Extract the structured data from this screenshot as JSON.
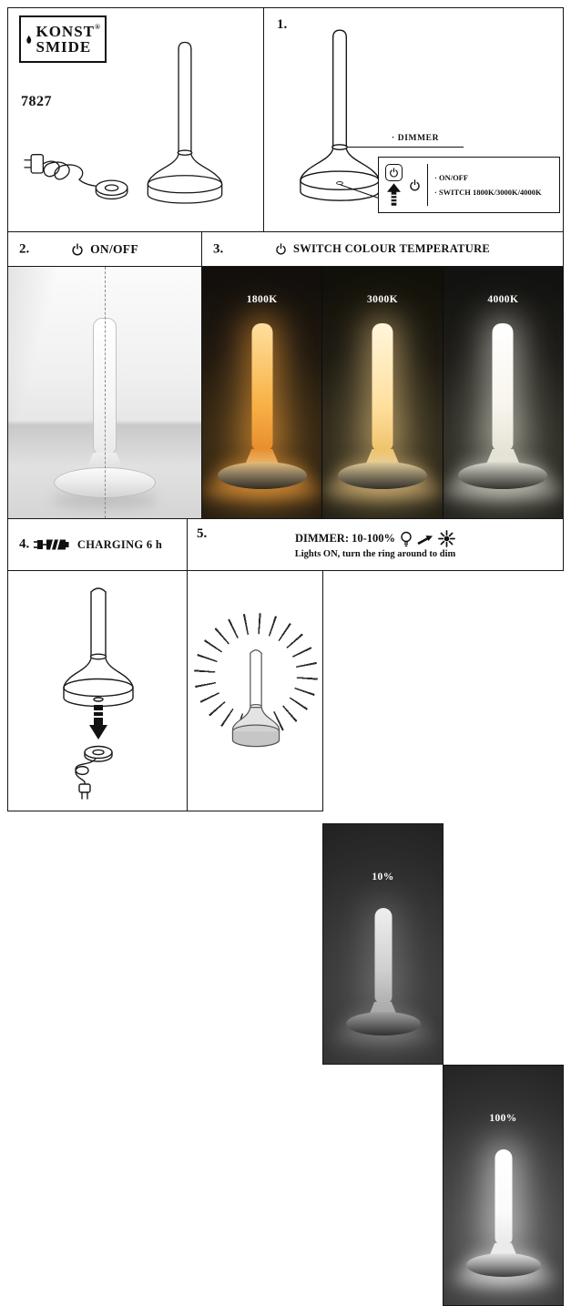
{
  "brand": {
    "logo_top": "KONST",
    "logo_bottom": "SMIDE",
    "registered": "®",
    "model": "7827"
  },
  "steps": {
    "s1": {
      "number": "1.",
      "dimmer_label": "· DIMMER",
      "on_off": "· ON/OFF",
      "switch_label": "· SWITCH 1800K/3000K/4000K"
    },
    "s2": {
      "number": "2.",
      "label": "ON/OFF"
    },
    "s3": {
      "number": "3.",
      "label": "SWITCH COLOUR TEMPERATURE",
      "temps": [
        "1800K",
        "3000K",
        "4000K"
      ]
    },
    "s4": {
      "number": "4.",
      "label": "CHARGING 6 h"
    },
    "s5": {
      "number": "5.",
      "title": "DIMMER: 10-100%",
      "subtitle": "Lights ON, turn the ring around to dim",
      "levels": [
        "10%",
        "100%"
      ]
    }
  },
  "colors": {
    "warm_1800": "#f8b044",
    "warm_3000": "#ffdf9e",
    "cool_4000": "#f7f5ec",
    "ink": "#111111"
  }
}
